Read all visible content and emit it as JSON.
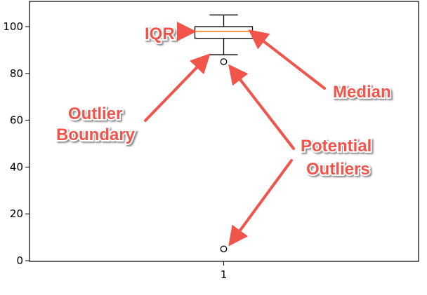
{
  "chart_data": {
    "type": "box",
    "title": "",
    "xlabel": "",
    "ylabel": "",
    "ylim": [
      0,
      110
    ],
    "grid": false,
    "y_ticks": [
      0,
      20,
      40,
      60,
      80,
      100
    ],
    "categories": [
      "1"
    ],
    "box": {
      "whisker_low": 88,
      "q1": 95,
      "median": 98,
      "q3": 100,
      "whisker_high": 105,
      "outliers": [
        85,
        5
      ]
    },
    "annotations": {
      "iqr": "IQR",
      "median": "Median",
      "outlier_boundary_line1": "Outlier",
      "outlier_boundary_line2": "Boundary",
      "potential_outliers_line1": "Potential",
      "potential_outliers_line2": "Outliers"
    },
    "colors": {
      "annotation": "#f0544a",
      "median_line": "#ff7f0e",
      "box": "#000000"
    }
  }
}
